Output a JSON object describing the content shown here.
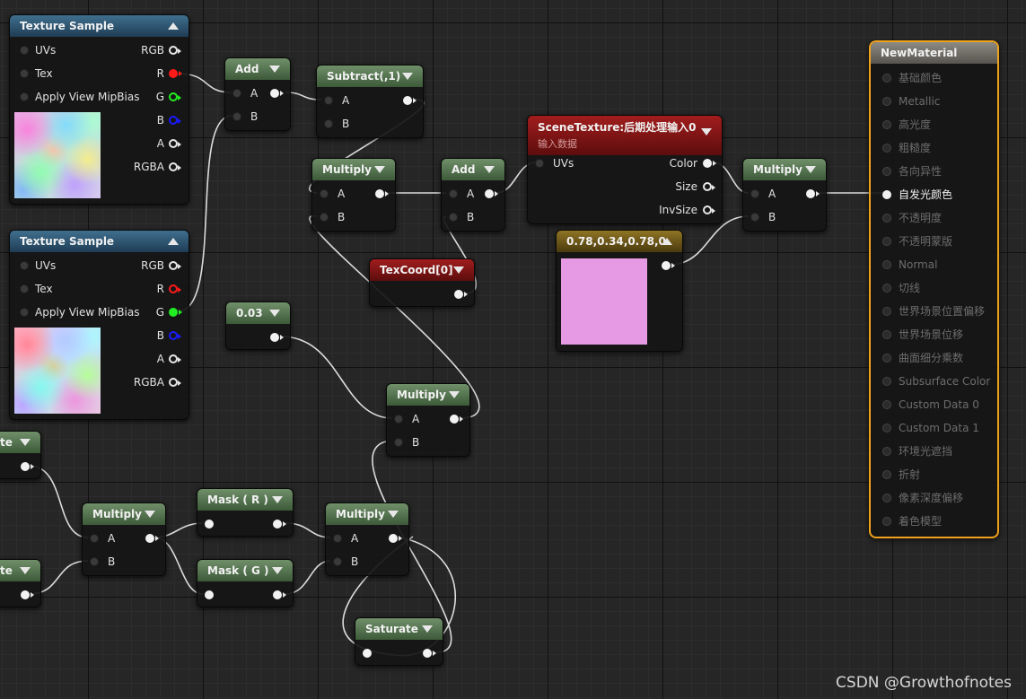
{
  "graph": {
    "nodes": {
      "tex1": {
        "title": "Texture Sample",
        "inputs": [
          "UVs",
          "Tex",
          "Apply View MipBias"
        ],
        "outputs": [
          "RGB",
          "R",
          "G",
          "B",
          "A",
          "RGBA"
        ]
      },
      "tex2": {
        "title": "Texture Sample",
        "inputs": [
          "UVs",
          "Tex",
          "Apply View MipBias"
        ],
        "outputs": [
          "RGB",
          "R",
          "G",
          "B",
          "A",
          "RGBA"
        ]
      },
      "add1": {
        "title": "Add",
        "in_a": "A",
        "in_b": "B"
      },
      "subtract": {
        "title": "Subtract(,1)",
        "in_a": "A",
        "in_b": "B"
      },
      "multiply1": {
        "title": "Multiply",
        "in_a": "A",
        "in_b": "B"
      },
      "add2": {
        "title": "Add",
        "in_a": "A",
        "in_b": "B"
      },
      "scene_texture": {
        "title": "SceneTexture:后期处理输入0",
        "subtitle": "输入数据",
        "input": "UVs",
        "outputs": [
          "Color",
          "Size",
          "InvSize"
        ]
      },
      "multiply_final": {
        "title": "Multiply",
        "in_a": "A",
        "in_b": "B"
      },
      "color_const": {
        "title": "0.78,0.34,0.78,0",
        "color": "#e59ae3"
      },
      "texcoord": {
        "title": "TexCoord[0]"
      },
      "const_003": {
        "title": "0.03"
      },
      "multiply_mid": {
        "title": "Multiply",
        "in_a": "A",
        "in_b": "B"
      },
      "partial_top": {
        "title": "te"
      },
      "partial_bottom": {
        "title": "te"
      },
      "multiply_left": {
        "title": "Multiply",
        "in_a": "A",
        "in_b": "B"
      },
      "mask_r": {
        "title": "Mask ( R )"
      },
      "mask_g": {
        "title": "Mask ( G )"
      },
      "multiply_low": {
        "title": "Multiply",
        "in_a": "A",
        "in_b": "B"
      },
      "saturate": {
        "title": "Saturate"
      }
    },
    "material": {
      "title": "NewMaterial",
      "inputs": [
        "基础颜色",
        "Metallic",
        "高光度",
        "粗糙度",
        "各向异性",
        "自发光颜色",
        "不透明度",
        "不透明蒙版",
        "Normal",
        "切线",
        "世界场景位置偏移",
        "世界场景位移",
        "曲面细分乘数",
        "Subsurface Color",
        "Custom Data 0",
        "Custom Data 1",
        "环境光遮挡",
        "折射",
        "像素深度偏移",
        "着色模型"
      ],
      "active_index": 5
    }
  },
  "watermark": "CSDN @Growthofnotes"
}
